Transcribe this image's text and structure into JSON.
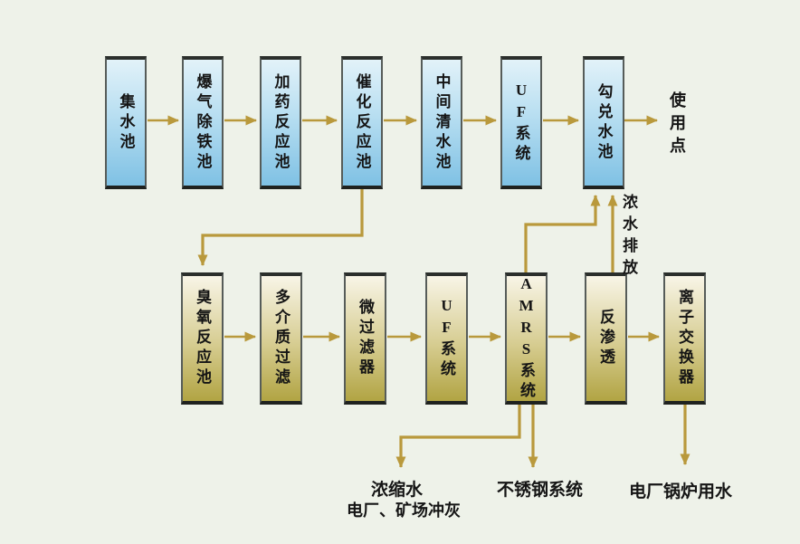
{
  "colors": {
    "background": "#eef2e9",
    "arrow": "#b9993c",
    "box_border_dark": "#2b2f2c",
    "blue_box_top": "#e2f2f9",
    "blue_box_bottom": "#7fc1e4",
    "gold_box_top": "#f8f5e7",
    "gold_box_bottom": "#b1a443"
  },
  "top_row": {
    "nodes": [
      {
        "label": "集水池"
      },
      {
        "label": "爆气除铁池"
      },
      {
        "label": "加药反应池"
      },
      {
        "label": "催化反应池"
      },
      {
        "label": "中间清水池"
      },
      {
        "label": "UF系统"
      },
      {
        "label": "勾兑水池"
      }
    ]
  },
  "bottom_row": {
    "nodes": [
      {
        "label": "臭氧反应池"
      },
      {
        "label": "多介质过滤"
      },
      {
        "label": "微过滤器"
      },
      {
        "label": "UF系统"
      },
      {
        "label": "AMRS系统"
      },
      {
        "label": "反渗透"
      },
      {
        "label": "离子交换器"
      }
    ]
  },
  "labels": {
    "use_point": "使用点",
    "concentrate_discharge": "浓水排放",
    "concentrated_water": "浓缩水",
    "power_plant_mine_ash": "电厂、矿场冲灰",
    "stainless_steel_system": "不锈钢系统",
    "power_plant_boiler_water": "电厂锅炉用水"
  },
  "edges": [
    {
      "from": "集水池",
      "to": "爆气除铁池"
    },
    {
      "from": "爆气除铁池",
      "to": "加药反应池"
    },
    {
      "from": "加药反应池",
      "to": "催化反应池"
    },
    {
      "from": "催化反应池",
      "to": "中间清水池"
    },
    {
      "from": "中间清水池",
      "to": "UF系统"
    },
    {
      "from": "UF系统",
      "to": "勾兑水池"
    },
    {
      "from": "勾兑水池",
      "to": "使用点"
    },
    {
      "from": "催化反应池",
      "to": "臭氧反应池"
    },
    {
      "from": "臭氧反应池",
      "to": "多介质过滤"
    },
    {
      "from": "多介质过滤",
      "to": "微过滤器"
    },
    {
      "from": "微过滤器",
      "to": "UF系统"
    },
    {
      "from": "UF系统",
      "to": "AMRS系统"
    },
    {
      "from": "AMRS系统",
      "to": "反渗透"
    },
    {
      "from": "反渗透",
      "to": "离子交换器"
    },
    {
      "from": "AMRS系统",
      "to": "勾兑水池"
    },
    {
      "from": "反渗透",
      "to": "勾兑水池",
      "label": "浓水排放"
    },
    {
      "from": "AMRS系统",
      "to": "浓缩水 电厂、矿场冲灰"
    },
    {
      "from": "AMRS系统",
      "to": "不锈钢系统"
    },
    {
      "from": "离子交换器",
      "to": "电厂锅炉用水"
    }
  ]
}
